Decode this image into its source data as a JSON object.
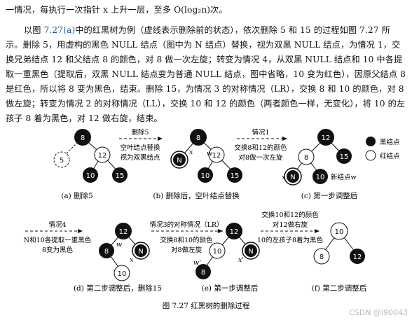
{
  "text": {
    "line1": "一情况，每执行一次指针 x 上升一层，至多 O(log₂n)次。",
    "para2_a": "以图 ",
    "para2_ref": "7.27(a)",
    "para2_b": "中的红黑树为例（虚线表示删除前的状态），依次删除 5 和 15 的过程如图 7.27 所示。删除 5，用虚构的黑色 NULL 结点（图中为 N 结点）替换，视为双黑 NULL 结点，为情况 1，交换兄弟结点 12 和父结点 8 的颜色，对 8 做一次左旋；转变为情况 4，从双黑 NULL 结点和 10 中各提取一重黑色（提取后，双黑 NULL 结点变为普通 NULL 结点，图中省略，10 变为红色），因原父结点 8 是红色，所以将 8 变为黑色，结束。删除 15，为情况 3 的对称情况（LR），交换 8 和 10 的颜色，对 8 做左旋；转变为情况 2 的对称情况（LL），交换 10 和 12 的颜色（两者颜色一样，无变化），将 10 的左孩子 8 着为黑色，对 12 做右旋，结束。"
  },
  "figure": {
    "arrow1": [
      "删除5",
      "空叶结点替换",
      "视为双黑结点"
    ],
    "arrow2": [
      "情况1",
      "交换8和12的颜色",
      "对8做一次左旋"
    ],
    "arrow3": [
      "情况4",
      "N和10各提取一重黑色",
      "8变为黑色"
    ],
    "arrow4": [
      "情况3的对称情况（LR）",
      "交换8和10的颜色",
      "对8做左旋"
    ],
    "arrow5": [
      "交换10和12的颜色",
      "对12做右旋",
      "10的左孩子8着为黑色"
    ],
    "legend": {
      "black": "黑结点",
      "red": "红结点"
    },
    "new_leaf": "新结点w",
    "captions": {
      "a": "(a) 删除5",
      "b": "(b) 删除后，空叶结点替换",
      "c": "(c) 第一步调整后",
      "d": "(d) 第二步调整后，删除15",
      "e": "(e) 第一步调整后",
      "f": "(f) 第二步调整后"
    },
    "title": "图 7.27   红黑树的删除过程",
    "labels": {
      "x": "x",
      "w": "w",
      "x2": "x'",
      "w2": "w'"
    },
    "nodes": {
      "n8": "8",
      "n12": "12",
      "n10": "10",
      "n15": "15",
      "n5": "5",
      "nN": "N"
    }
  },
  "watermark": "CSDN @l90043"
}
